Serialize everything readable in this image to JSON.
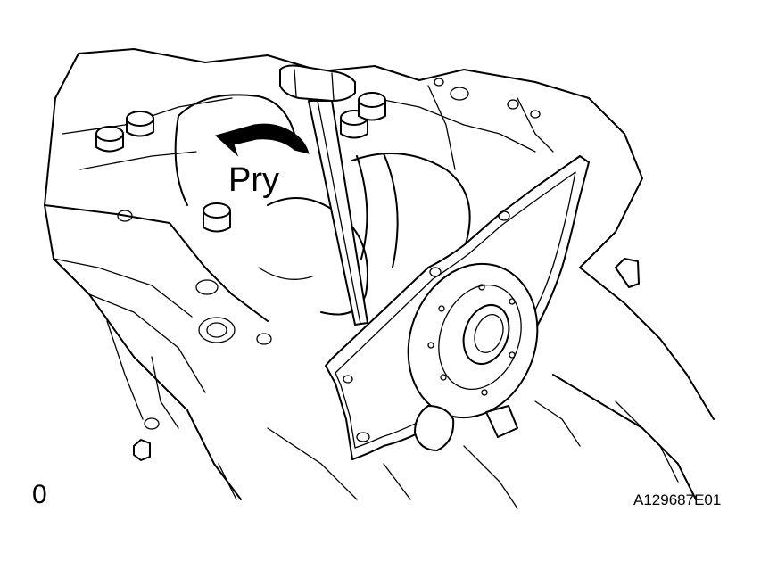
{
  "figure": {
    "instruction_label": "Pry",
    "corner_mark": "0",
    "figure_code": "A129687E01"
  },
  "icons": {
    "arrow": "curved-arrow-icon",
    "tool": "screwdriver-icon"
  }
}
